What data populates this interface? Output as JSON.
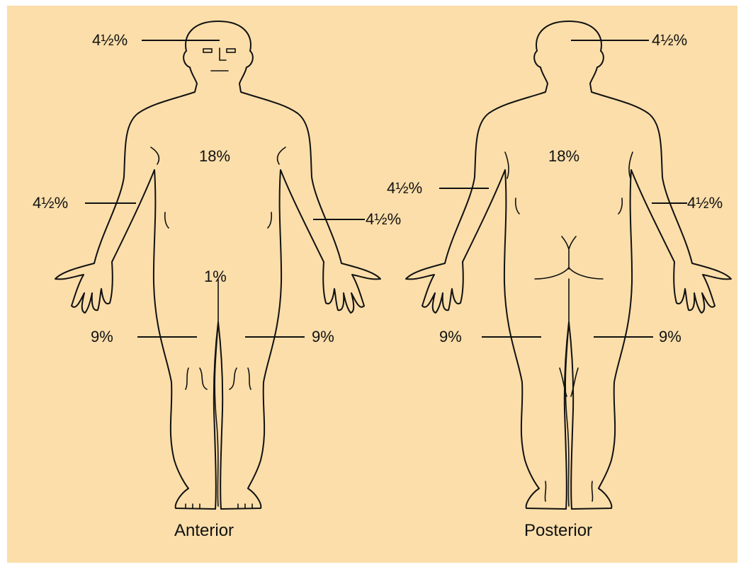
{
  "colors": {
    "background": "#fbdeaa",
    "line": "#111111"
  },
  "anterior": {
    "caption": "Anterior",
    "head": "4½%",
    "trunk": "18%",
    "right_arm": "4½%",
    "left_arm": "4½%",
    "genitalia": "1%",
    "right_leg": "9%",
    "left_leg": "9%"
  },
  "posterior": {
    "caption": "Posterior",
    "head": "4½%",
    "trunk": "18%",
    "left_arm": "4½%",
    "right_arm": "4½%",
    "left_leg": "9%",
    "right_leg": "9%"
  }
}
